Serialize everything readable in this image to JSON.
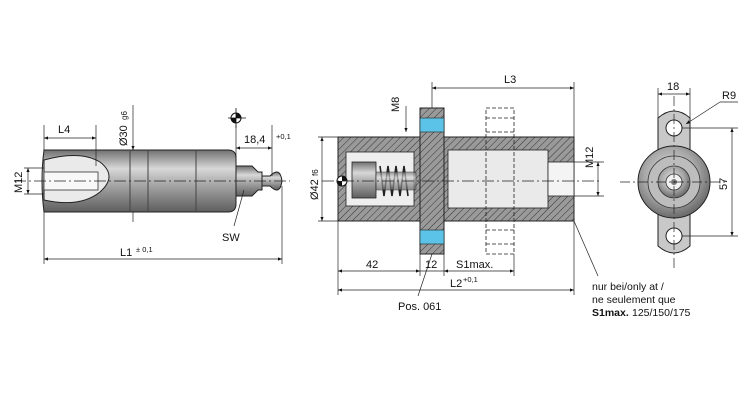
{
  "left_view": {
    "l4": "L4",
    "m12": "M12",
    "d30": "Ø30",
    "d30_tol": "g6",
    "dim_18_4": "18,4",
    "dim_18_4_tol": "+0,1",
    "sw": "SW",
    "l1": "L1",
    "l1_tol": "± 0,1"
  },
  "center_view": {
    "m8": "M8",
    "l3": "L3",
    "m12": "M12",
    "d42": "Ø42",
    "d42_tol": "f6",
    "dim_42": "42",
    "dim_12": "12",
    "s1max": "S1max.",
    "l2": "L2",
    "l2_tol": "+0,1",
    "pos": "Pos. 061"
  },
  "right_view": {
    "dim_18": "18",
    "r9": "R9",
    "dim_57": "57"
  },
  "note": {
    "line1": "nur bei/only at /",
    "line2": "ne seulement que",
    "line3_bold": "S1max.",
    "line3_rest": "125/150/175"
  },
  "colors": {
    "hatch_fill": "#8a8a8a",
    "body_fill": "#b0b0b0",
    "accent_blue": "#5bc3e8"
  }
}
